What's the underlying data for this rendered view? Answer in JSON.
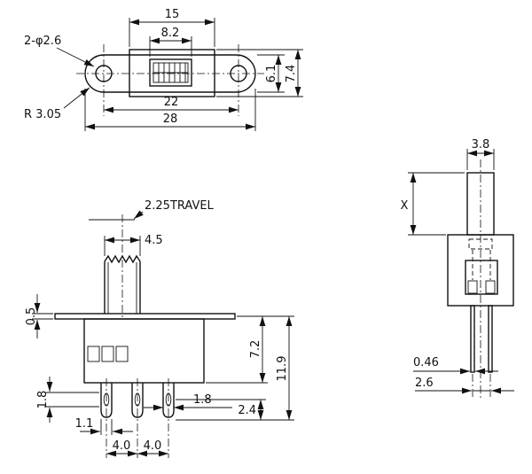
{
  "top_view": {
    "slot_length": "15",
    "knob_length": "8.2",
    "holes_note": "2-φ2.6",
    "body_width": "6.1",
    "frame_width": "7.4",
    "hole_pitch": "22",
    "overall_length": "28",
    "end_radius": "R 3.05"
  },
  "front_view": {
    "travel_note": "2.25TRAVEL",
    "knob_width": "4.5",
    "flange_thickness": "0.5",
    "body_height": "7.2",
    "overall_height": "11.9",
    "pin_hole_length": "1.8",
    "pin_width": "1.1",
    "pin_pitch_left": "4.0",
    "pin_pitch_right": "4.0",
    "pin_lug_width": "1.8",
    "pin_tip_length": "2.4"
  },
  "side_view": {
    "knob_depth": "3.8",
    "knob_height": "X",
    "pin_thickness": "0.46",
    "pin_pitch": "2.6"
  }
}
